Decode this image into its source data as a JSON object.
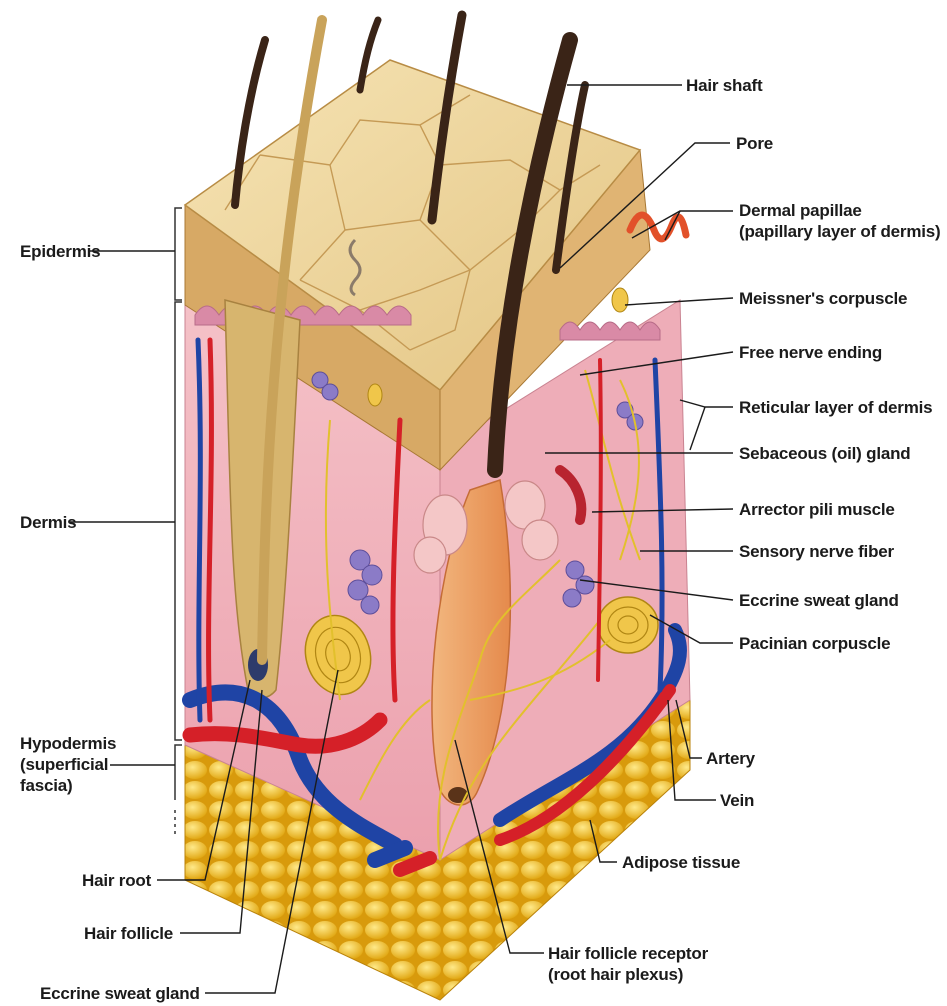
{
  "labels": {
    "hair_shaft": "Hair shaft",
    "pore": "Pore",
    "dermal_papillae": "Dermal papillae\n(papillary layer of dermis)",
    "meissners_corpuscle": "Meissner's corpuscle",
    "free_nerve_ending": "Free nerve ending",
    "reticular_layer": "Reticular layer of dermis",
    "sebaceous_gland": "Sebaceous (oil) gland",
    "arrector_pili": "Arrector pili muscle",
    "sensory_nerve_fiber": "Sensory nerve fiber",
    "eccrine_sweat_gland_right": "Eccrine sweat gland",
    "pacinian_corpuscle": "Pacinian corpuscle",
    "artery": "Artery",
    "vein": "Vein",
    "adipose_tissue": "Adipose tissue",
    "hair_follicle_receptor": "Hair follicle receptor\n(root hair plexus)",
    "epidermis": "Epidermis",
    "dermis": "Dermis",
    "hypodermis": "Hypodermis\n(superficial\nfascia)",
    "hair_root": "Hair root",
    "hair_follicle": "Hair follicle",
    "eccrine_sweat_gland_left": "Eccrine sweat gland"
  },
  "colors": {
    "epidermis_surface": "#efd9a3",
    "epidermis_edge": "#c79a52",
    "dermis": "#f2b7c1",
    "adipose": "#f3c52b",
    "artery": "#d61f26",
    "vein": "#2146a8",
    "nerve": "#e4c233",
    "hair": "#3b2416",
    "leader_line": "#1b1b1b"
  }
}
